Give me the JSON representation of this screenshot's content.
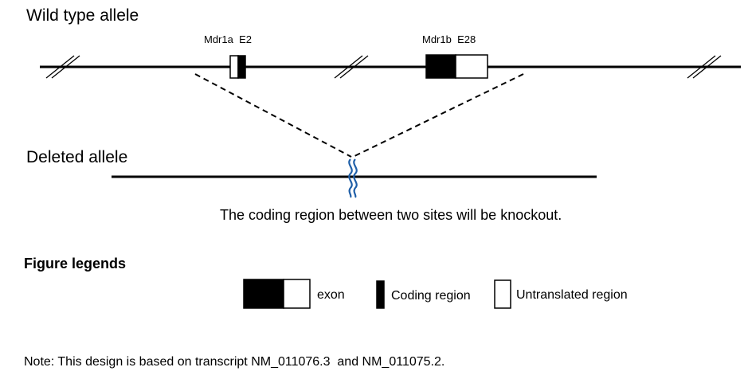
{
  "wild_type": {
    "title": "Wild type allele",
    "exon_1_label": "Mdr1a  E2",
    "exon_2_label": "Mdr1b  E28"
  },
  "deleted": {
    "title": "Deleted allele",
    "description": "The coding region between two sites will be knockout."
  },
  "legend": {
    "title": "Figure legends",
    "exon_label": "exon",
    "coding_label": "Coding region",
    "utr_label": "Untranslated region"
  },
  "note": "Note: This design is based on transcript NM_011076.3  and NM_011075.2.",
  "colors": {
    "line": "#000000",
    "coding_fill": "#000000",
    "utr_fill": "#ffffff",
    "deletion_mark": "#1f5fa8"
  }
}
